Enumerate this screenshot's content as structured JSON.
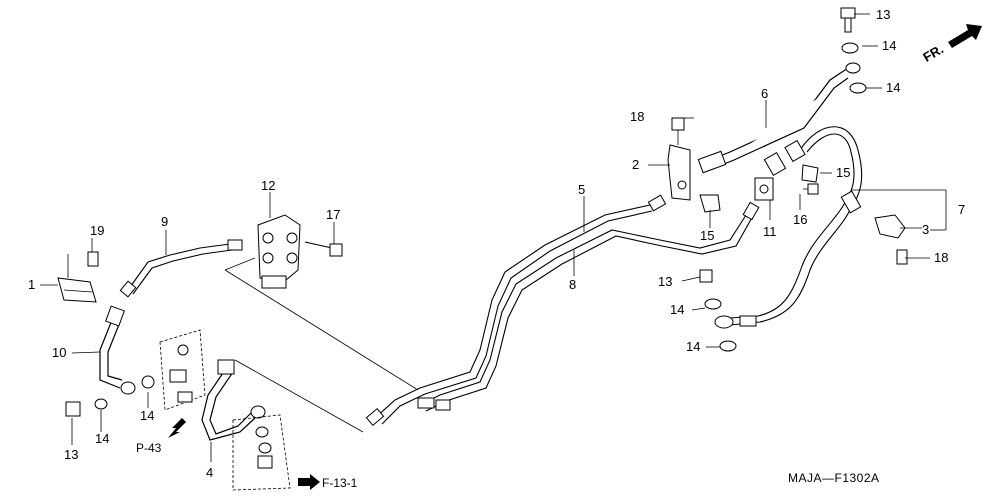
{
  "diagram": {
    "drawing_code": "MAJA—F1302A",
    "direction_label": "FR.",
    "refs": {
      "p43": "P-43",
      "f131": "F-13-1"
    },
    "callouts": [
      {
        "id": "c1",
        "text": "1"
      },
      {
        "id": "c2",
        "text": "2"
      },
      {
        "id": "c3",
        "text": "3"
      },
      {
        "id": "c4",
        "text": "4"
      },
      {
        "id": "c5",
        "text": "5"
      },
      {
        "id": "c6",
        "text": "6"
      },
      {
        "id": "c7",
        "text": "7"
      },
      {
        "id": "c8",
        "text": "8"
      },
      {
        "id": "c9",
        "text": "9"
      },
      {
        "id": "c10",
        "text": "10"
      },
      {
        "id": "c11",
        "text": "11"
      },
      {
        "id": "c12",
        "text": "12"
      },
      {
        "id": "c13a",
        "text": "13"
      },
      {
        "id": "c13b",
        "text": "13"
      },
      {
        "id": "c13c",
        "text": "13"
      },
      {
        "id": "c14a",
        "text": "14"
      },
      {
        "id": "c14b",
        "text": "14"
      },
      {
        "id": "c14c",
        "text": "14"
      },
      {
        "id": "c14d",
        "text": "14"
      },
      {
        "id": "c14e",
        "text": "14"
      },
      {
        "id": "c14f",
        "text": "14"
      },
      {
        "id": "c15a",
        "text": "15"
      },
      {
        "id": "c15b",
        "text": "15"
      },
      {
        "id": "c16",
        "text": "16"
      },
      {
        "id": "c17",
        "text": "17"
      },
      {
        "id": "c18a",
        "text": "18"
      },
      {
        "id": "c18b",
        "text": "18"
      },
      {
        "id": "c19",
        "text": "19"
      }
    ]
  }
}
